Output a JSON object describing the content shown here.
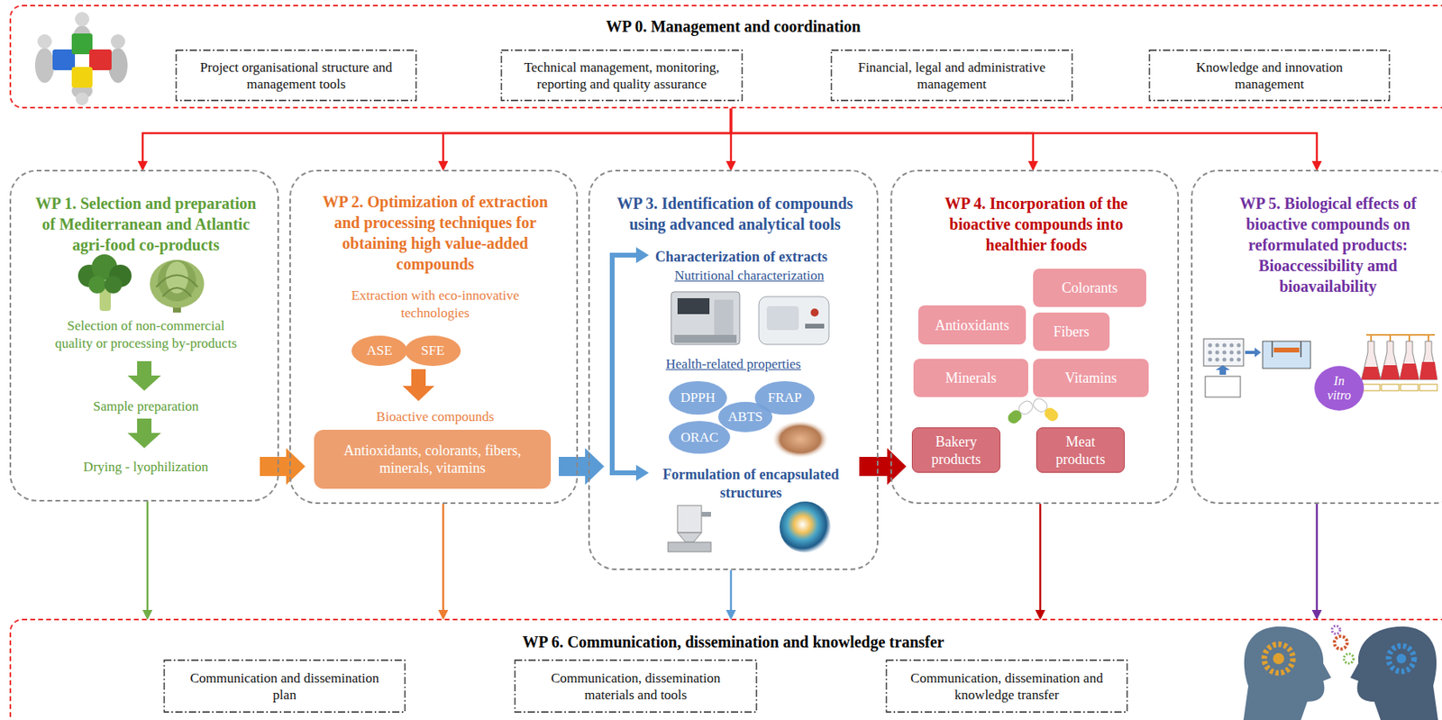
{
  "diagram": {
    "nodes": [
      {
        "text": [
          "WP 0. Management and coordination"
        ]
      },
      {
        "text": [
          "Project organisational structure and management tools"
        ],
        "in": 0
      },
      {
        "text": [
          "Technical management, monitoring, reporting and quality assurance"
        ],
        "in": 0
      },
      {
        "text": [
          "Financial, legal and administrative management"
        ],
        "in": 0
      },
      {
        "text": [
          "Knowledge and innovation management"
        ],
        "in": 0
      },
      {
        "text": [
          "WP 1. Selection and preparation of Mediterranean and Atlantic agri-food co-products",
          "Selection of non-commercial quality or processing by-products",
          "Sample preparation",
          "Drying - lyophilization"
        ]
      },
      {
        "text": [
          "WP 2. Optimization of extraction and processing techniques for obtaining high value-added compounds",
          "Extraction with eco-innovative technologies",
          "Bioactive compounds"
        ]
      },
      {
        "text": [
          "ASE"
        ],
        "in": 6
      },
      {
        "text": [
          "SFE"
        ],
        "in": 6
      },
      {
        "text": [
          "Antioxidants, colorants, fibers, minerals, vitamins"
        ],
        "in": 6
      },
      {
        "text": [
          "WP 3. Identification of compounds using advanced analytical tools",
          "Characterization of extracts",
          "Nutritional characterization",
          "Health-related properties",
          "Formulation of encapsulated structures"
        ]
      },
      {
        "text": [
          "DPPH"
        ],
        "in": 10
      },
      {
        "text": [
          "FRAP"
        ],
        "in": 10
      },
      {
        "text": [
          "ABTS"
        ],
        "in": 10
      },
      {
        "text": [
          "ORAC"
        ],
        "in": 10
      },
      {
        "text": [
          "WP 4. Incorporation of the bioactive compounds into healthier foods"
        ]
      },
      {
        "text": [
          "Colorants"
        ],
        "in": 15
      },
      {
        "text": [
          "Antioxidants"
        ],
        "in": 15
      },
      {
        "text": [
          "Fibers"
        ],
        "in": 15
      },
      {
        "text": [
          "Minerals"
        ],
        "in": 15
      },
      {
        "text": [
          "Vitamins"
        ],
        "in": 15
      },
      {
        "text": [
          "Bakery products"
        ],
        "in": 15
      },
      {
        "text": [
          "Meat products"
        ],
        "in": 15
      },
      {
        "text": [
          "WP 5. Biological effects of bioactive compounds on reformulated products: Bioaccessibility amd bioavailability"
        ]
      },
      {
        "text": [
          "In vitro"
        ],
        "in": 23
      },
      {
        "text": [
          "WP 6. Communication, dissemination and knowledge transfer"
        ]
      },
      {
        "text": [
          "Communication and dissemination plan"
        ],
        "in": 25
      },
      {
        "text": [
          "Communication, dissemination materials and tools"
        ],
        "in": 25
      },
      {
        "text": [
          "Communication, dissemination and knowledge transfer"
        ],
        "in": 25
      }
    ],
    "edges": [
      {
        "from": 0,
        "to": 5,
        "arrow": "to"
      },
      {
        "from": 0,
        "to": 6,
        "arrow": "to"
      },
      {
        "from": 0,
        "to": 10,
        "arrow": "to"
      },
      {
        "from": 0,
        "to": 15,
        "arrow": "to"
      },
      {
        "from": 0,
        "to": 23,
        "arrow": "to"
      },
      {
        "from": 5,
        "to": 6,
        "arrow": "to"
      },
      {
        "from": 6,
        "to": 10,
        "arrow": "to"
      },
      {
        "from": 10,
        "to": 15,
        "arrow": "to"
      },
      {
        "from": 5,
        "to": 25,
        "arrow": "to"
      },
      {
        "from": 6,
        "to": 25,
        "arrow": "to"
      },
      {
        "from": 10,
        "to": 25,
        "arrow": "to"
      },
      {
        "from": 15,
        "to": 25,
        "arrow": "to"
      },
      {
        "from": 23,
        "to": 25,
        "arrow": "to"
      }
    ]
  }
}
